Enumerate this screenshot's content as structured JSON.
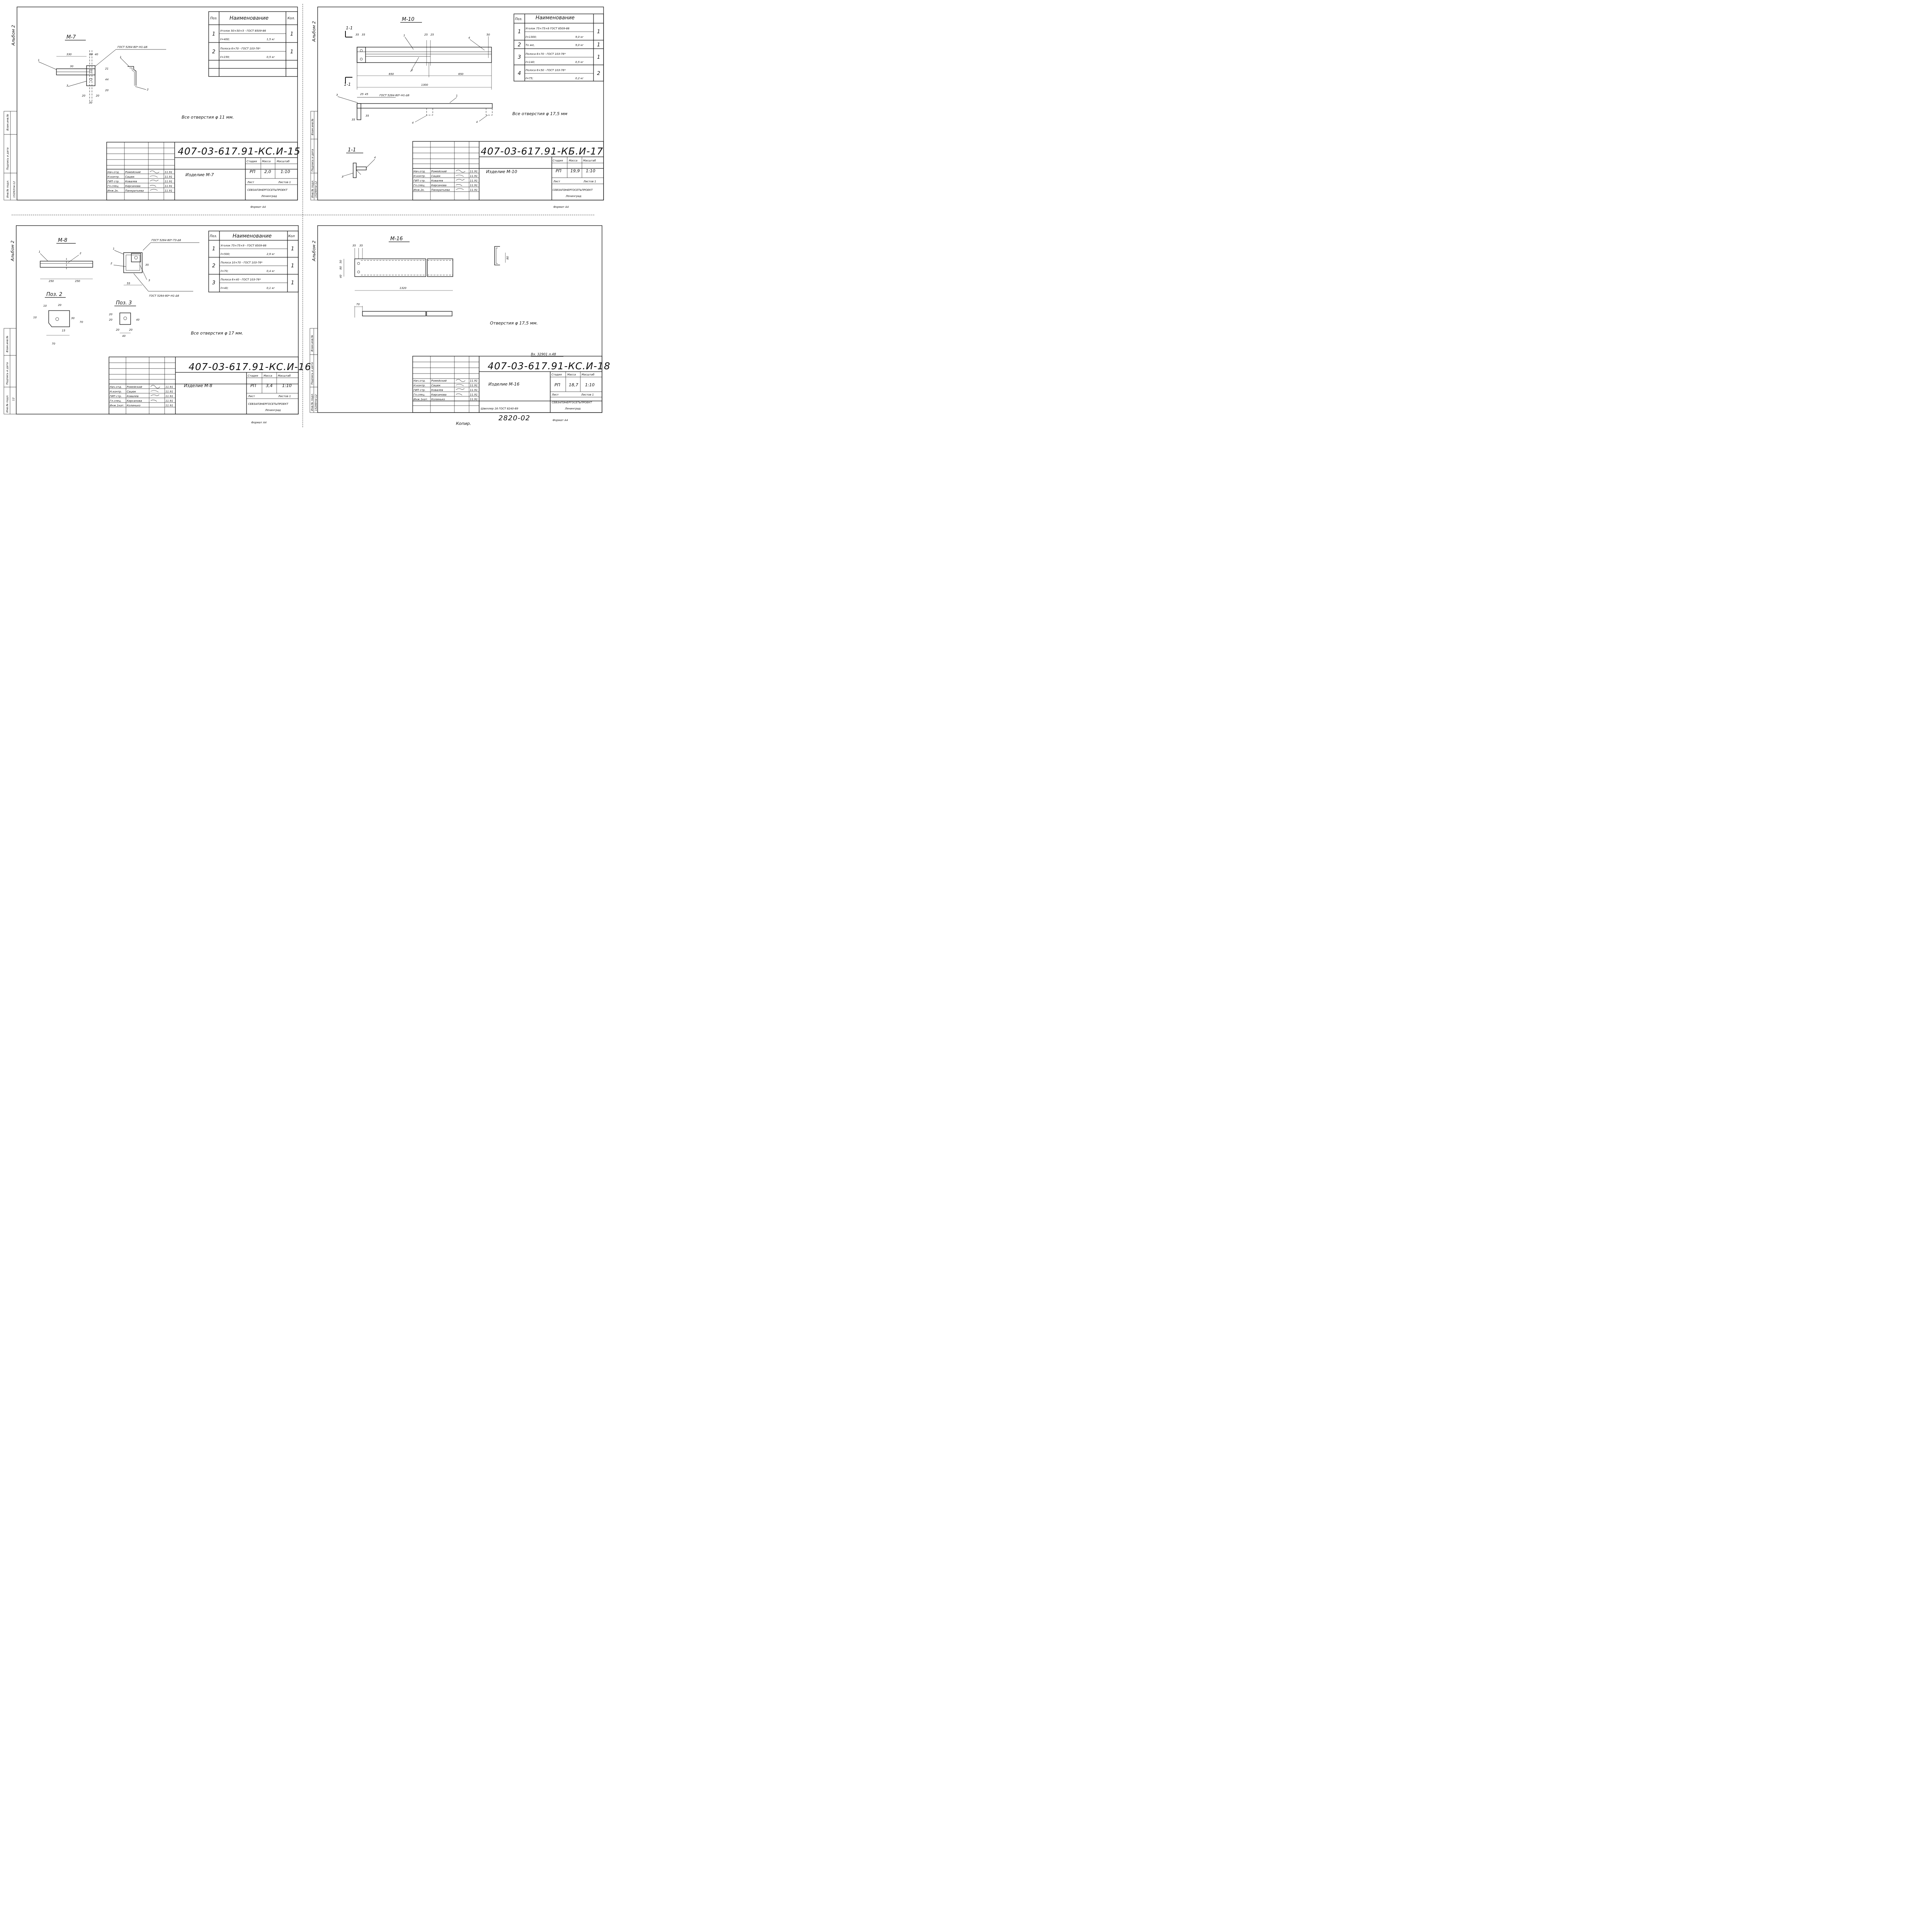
{
  "sheets": [
    {
      "side_label": "Альбом 2",
      "item_title": "М-7",
      "spec": {
        "headers": [
          "Поз.",
          "Наименование",
          "Кол."
        ],
        "rows": [
          {
            "pos": "1",
            "name1": "Уголок 50×50×5 - ГОСТ 8509-86",
            "name2": "ℓ=400;",
            "mass": "1,5 кг",
            "qty": "1"
          },
          {
            "pos": "2",
            "name1": "Полоса 6×70 - ГОСТ 103-76*",
            "name2": "ℓ=159;",
            "mass": "0,5 кг",
            "qty": "1"
          }
        ]
      },
      "weld_note": "ГОСТ 5264-80*-Н1-Δ6",
      "holes_note": "Все отверстия φ 11 мм.",
      "code": "407-03-617.91-КС.И-15",
      "product": "Изделие М-7",
      "stage_headers": [
        "Стадия",
        "Масса",
        "Масштаб"
      ],
      "stage": "РП",
      "mass": "2,0",
      "scale": "1:10",
      "sheet_label": "Лист",
      "sheets_label": "Листов 1",
      "org1": "СЕВЗАПЭНЕРГОСЕТЬПРОЕКТ",
      "org2": "Ленинград",
      "signers": [
        {
          "role": "Нач.отд.",
          "name": "Ромейский",
          "date": "11.91"
        },
        {
          "role": "Н.контр.",
          "name": "Сацюк",
          "date": "11.91"
        },
        {
          "role": "ГИП стр.",
          "name": "Ковалев",
          "date": "11.91"
        },
        {
          "role": "Гл.спец.",
          "name": "Кирсанова",
          "date": "11.91"
        },
        {
          "role": "Инж.2к.",
          "name": "Панкратьева",
          "date": "11.91"
        }
      ],
      "stamp_side": [
        "Взам.инв.№",
        "Подпись и дата",
        "Инв.№ подл."
      ],
      "inv_no": "15293тм-12",
      "format": "Формат А4",
      "dims": [
        "330",
        "30",
        "40",
        "30",
        "21",
        "44",
        "20",
        "20",
        "20",
        "30"
      ],
      "callouts": [
        "1",
        "2",
        "3",
        "1",
        "2"
      ]
    },
    {
      "side_label": "Альбом 2",
      "item_title": "М-10",
      "spec": {
        "headers": [
          "Поз.",
          "Наименование",
          ""
        ],
        "rows": [
          {
            "pos": "1",
            "name1": "Уголок 75×75×6 ГОСТ 8509-86",
            "name2": "ℓ=1300;",
            "mass": "9,0 кг",
            "qty": "1"
          },
          {
            "pos": "2",
            "name1": "То же,",
            "name2": "",
            "mass": "9,0 кг",
            "qty": "1"
          },
          {
            "pos": "3",
            "name1": "Полоса 6×70 - ГОСТ 103-76*",
            "name2": "ℓ=140;",
            "mass": "0,5 кг",
            "qty": "1"
          },
          {
            "pos": "4",
            "name1": "Полоса 6×50 - ГОСТ 103-76*",
            "name2": "ℓ=75;",
            "mass": "0,2 кг",
            "qty": "2"
          }
        ]
      },
      "weld_note": "ГОСТ 5264-80*-Н1-Δ6",
      "holes_note": "Все отверстия φ 17,5 мм",
      "code": "407-03-617.91-КБ.И-17",
      "product": "Изделие М-10",
      "stage_headers": [
        "Стадия",
        "Масса",
        "Масштаб"
      ],
      "stage": "РП",
      "mass": "19,9",
      "scale": "1:10",
      "sheet_label": "Лист",
      "sheets_label": "Листов 1",
      "org1": "СЕВЗАПЭНЕРГОСЕТЬПРОЕКТ",
      "org2": "Ленинград",
      "signers": [
        {
          "role": "Нач.отд.",
          "name": "Ромейский",
          "date": "11.91"
        },
        {
          "role": "Н.контр.",
          "name": "Сацюк",
          "date": "11.91"
        },
        {
          "role": "ГИП стр.",
          "name": "Ковалев",
          "date": "11.91"
        },
        {
          "role": "Гл.спец.",
          "name": "Кирсанова",
          "date": "11.91"
        },
        {
          "role": "Инж.2к.",
          "name": "Панкратьева",
          "date": "11.91"
        }
      ],
      "stamp_side": [
        "Взам.инв.№",
        "Подпись и дата",
        "Инв.№ подл."
      ],
      "inv_no": "15299тм-12",
      "format": "Формат А4",
      "section": "1-1",
      "dims": [
        "35",
        "35",
        "25",
        "25",
        "50",
        "650",
        "650",
        "1300",
        "25",
        "45",
        "35",
        "35"
      ],
      "callouts": [
        "1",
        "2",
        "3",
        "4",
        "1",
        "1",
        "4",
        "4",
        "3",
        "4",
        "2"
      ]
    },
    {
      "side_label": "Альбом 2",
      "item_title": "М-8",
      "spec": {
        "headers": [
          "Поз.",
          "Наименование",
          "Кол"
        ],
        "rows": [
          {
            "pos": "1",
            "name1": "Уголок 75×75×9 - ГОСТ 8509-86",
            "name2": "ℓ=500;",
            "mass": "2,9 кг",
            "qty": "1"
          },
          {
            "pos": "2",
            "name1": "Полоса 10×70 - ГОСТ 103-76*",
            "name2": "ℓ=70;",
            "mass": "0,4 кг",
            "qty": "1"
          },
          {
            "pos": "3",
            "name1": "Полоса 6×40 - ГОСТ 103-76*",
            "name2": "ℓ=40;",
            "mass": "0,1 кг",
            "qty": "1"
          }
        ]
      },
      "weld_note": "ГОСТ 5264-80*-Т3-Δ6",
      "weld_note2": "ГОСТ 5264-80*-Н1-Δ6",
      "pos2_title": "Поз. 2",
      "pos3_title": "Поз. 3",
      "holes_note": "Все отверстия φ 17 мм.",
      "code": "407-03-617.91-КС.И-16",
      "product": "Изделие М-8",
      "stage_headers": [
        "Стадия",
        "Масса",
        "Масштаб"
      ],
      "stage": "РП",
      "mass": "3,4",
      "scale": "1:10",
      "sheet_label": "Лист",
      "sheets_label": "Листов 1",
      "org1": "СЕВЗАПЭНЕРГОСЕТЬПРОЕКТ",
      "org2": "Ленинград",
      "signers": [
        {
          "role": "Нач.отд.",
          "name": "Ромейский",
          "date": "11.91"
        },
        {
          "role": "Н.контр.",
          "name": "Сацюк",
          "date": "11.91"
        },
        {
          "role": "ГИП стр.",
          "name": "Ковалев",
          "date": "11.91"
        },
        {
          "role": "Гл.спец.",
          "name": "Кирсанова",
          "date": "11.91"
        },
        {
          "role": "Инж.1кат.",
          "name": "Колинько",
          "date": "11.91"
        }
      ],
      "stamp_side": [
        "Взам.инв.№",
        "Подпись и дата",
        "Инв.№ подл."
      ],
      "inv_no": "12",
      "format": "Формат А4",
      "dims": [
        "250",
        "250",
        "55",
        "35",
        "10",
        "20",
        "30",
        "70",
        "15",
        "70",
        "10",
        "20",
        "20",
        "40",
        "20",
        "20",
        "40"
      ],
      "callouts": [
        "1",
        "2",
        "1",
        "2",
        "3"
      ]
    },
    {
      "side_label": "Альбом 2",
      "item_title": "М-16",
      "holes_note": "Отверстия φ 17,5 мм.",
      "code": "407-03-617.91-КС.И-18",
      "ref_note": "Вх. 32901 л.48",
      "product": "Изделие М-16",
      "material": "Швеллер 16 ГОСТ 8240-89",
      "stage_headers": [
        "Стадия",
        "Масса",
        "Масштаб"
      ],
      "stage": "РП",
      "mass": "18,7",
      "scale": "1:10",
      "sheet_label": "Лист",
      "sheets_label": "Листов 1",
      "org1": "СЕВЗАПЭНЕРГОСЕТЬПРОЕКТ",
      "org2": "Ленинград",
      "signers": [
        {
          "role": "Нач.отд.",
          "name": "Ромейский",
          "date": "11.91"
        },
        {
          "role": "Н.контр.",
          "name": "Сацюк",
          "date": "11.91"
        },
        {
          "role": "ГИП стр.",
          "name": "Ковалев",
          "date": "11.91"
        },
        {
          "role": "Гл.спец.",
          "name": "Кирсанова",
          "date": "11.91"
        },
        {
          "role": "Инж.1кат.",
          "name": "Колинько",
          "date": "11.91"
        }
      ],
      "stamp_side": [
        "Взам.инв.№",
        "Подпись и дата",
        "Инв.№ подл."
      ],
      "inv_no": "15299тм-12",
      "format": "Формат А4",
      "dims": [
        "35",
        "35",
        "50",
        "80",
        "40",
        "1320",
        "70",
        "80"
      ]
    }
  ],
  "footer": {
    "copy": "Копир.",
    "number": "2820-02"
  }
}
